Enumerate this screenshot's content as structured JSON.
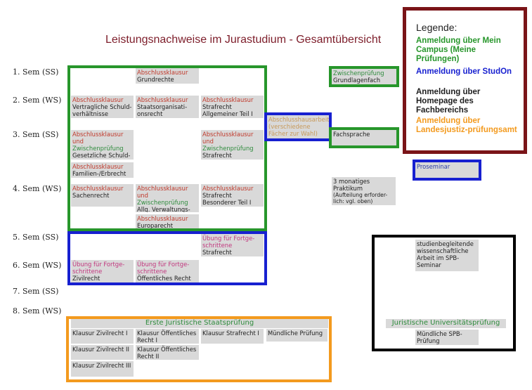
{
  "title": "Leistungsnachweise im Jurastudium - Gesamtübersicht",
  "semesters": [
    "1. Sem (SS)",
    "2. Sem (WS)",
    "3. Sem (SS)",
    "4. Sem (WS)",
    "5. Sem (SS)",
    "6. Sem (WS)",
    "7. Sem (SS)",
    "8. Sem (WS)"
  ],
  "legend": {
    "title": "Legende:",
    "item_green": "Anmeldung über Mein Campus (Meine Prüfungen)",
    "item_blue": "Anmeldung über StudOn",
    "item_black": "Anmeldung über Homepage des Fachbereichs",
    "item_orange": "Anmeldung über Landesjustiz-prüfungsamt",
    "color_green": "#27962b",
    "color_blue": "#1720d0",
    "color_black": "#000000",
    "color_orange": "#f39a1e"
  },
  "cells": {
    "grundrechte": {
      "type": "Abschlussklausur",
      "name": "Grundrechte"
    },
    "schuld": {
      "type": "Abschlussklausur",
      "name": "Vertragliche Schuld-verhältnisse"
    },
    "staatsorg": {
      "type": "Abschlussklausur",
      "name": "Staatsorganisati-onsrecht"
    },
    "straf1": {
      "type": "Abschlussklausur",
      "name": "Strafrecht Allgemeiner Teil I"
    },
    "gesetzl": {
      "type": "Abschlussklausur und",
      "type2": "Zwischenprüfung",
      "name": "Gesetzliche Schuld-verhältnisse"
    },
    "straf2": {
      "type": "Abschlussklausur und",
      "type2": "Zwischenprüfung",
      "name": "Strafrecht Allgemeiner Teil II"
    },
    "familie": {
      "type": "Abschlussklausur",
      "name": "Familien-/Erbrecht"
    },
    "hausarbeit": {
      "text": "Abschlusshausarbeit (verschiedene Fächer zur Wahl)"
    },
    "sachenrecht": {
      "type": "Abschlussklausur",
      "name": "Sachenrecht"
    },
    "verwaltung": {
      "type": "Abschlussklausur und",
      "type2": "Zwischenprüfung",
      "name": "Allg. Verwaltungs-recht"
    },
    "strafbt": {
      "type": "Abschlussklausur",
      "name": "Strafrecht Besonderer Teil I"
    },
    "europa": {
      "type": "Abschlussklausur",
      "name": "Europarecht"
    },
    "uebung_straf": {
      "type": "Übung für Fortge-schrittene",
      "name": "Strafrecht"
    },
    "uebung_zivil": {
      "type": "Übung für Fortge-schrittene",
      "name": "Zivilrecht"
    },
    "uebung_oeff": {
      "type": "Übung für Fortge-schrittene",
      "name": "Öffentliches Recht"
    },
    "zwischenpruefung": {
      "type": "Zwischenprüfung",
      "name": "Grundlagenfach"
    },
    "fachsprache": {
      "name": "Fachsprache"
    },
    "proseminar": {
      "name": "Proseminar"
    },
    "praktikum": {
      "name": "3 monatiges Praktikum",
      "note": "(Aufteilung erforder-lich: vgl. oben)"
    },
    "seminar": {
      "name": "studienbegleitende wissenschaftliche Arbeit im SPB-Seminar"
    }
  },
  "staatspruefung": {
    "title": "Erste Juristische Staatsprüfung",
    "k1": "Klausur Zivilrecht I",
    "k2": "Klausur Zivilrecht II",
    "k3": "Klausur Zivilrecht III",
    "k4": "Klausur Öffentliches Recht I",
    "k5": "Klausur Öffentliches Recht II",
    "k6": "Klausur Strafrecht I",
    "k7": "Mündliche Prüfung"
  },
  "unipruefung": {
    "title": "Juristische Universitätsprüfung",
    "oral": "Mündliche SPB-Prüfung"
  }
}
